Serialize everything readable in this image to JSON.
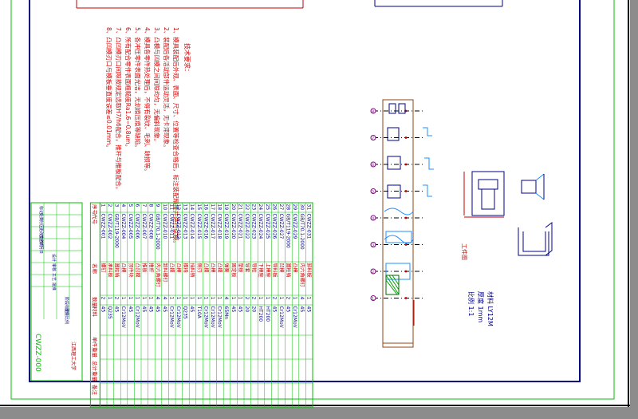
{
  "drawing": {
    "number": "CWZZ-000",
    "unit_name": "江西理工大学",
    "tech_requirements": {
      "title": "技术要求：",
      "items": [
        "1、模具装配后外观、表面、尺寸、位置等检查合格后，标注装配精度并进行试模。",
        "2、装配后各活动部件运动灵活，无卡滞现象。",
        "3、凸模与凹模之间间隙均匀，无偏斜现象。",
        "4、模具各零件热处理后，不得有裂纹、毛刺、缺损等。",
        "5、各冲压零件表面光洁，无划痕压痕等缺陷。",
        "6、所有配合零件表面粗糙度Ra1.6~0.8um。",
        "7、凸凹模刃口间隙按规定选取H7/h6配合，推杆与推板配合。",
        "8、凸凹模刃口与模板垂直度误差≤0.01mm。"
      ]
    },
    "part_spec": {
      "label": "工件图",
      "material": "材料 LY12M",
      "thickness": "厚度 1mm",
      "scale": "比例 1:1"
    },
    "station_markers": [
      "8",
      "7",
      "6",
      "5",
      "4",
      "3",
      "2",
      "1"
    ]
  },
  "bom": {
    "headers": [
      "序号",
      "代号",
      "名称",
      "数量",
      "材料",
      "单件重量",
      "总计重量",
      "备注"
    ],
    "rows": [
      [
        "31",
        "CWZZ-031",
        "卸料板",
        "1",
        "45"
      ],
      [
        "30",
        "GB/T70.1-2000",
        "内六角螺钉",
        "4",
        "45"
      ],
      [
        "29",
        "CWZZ-029",
        "凸模",
        "1",
        "Cr12MoV"
      ],
      [
        "28",
        "GB/T119-2000",
        "圆柱销",
        "2",
        "45"
      ],
      [
        "27",
        "CWZZ-027",
        "凹模",
        "1",
        "Cr12MoV"
      ],
      [
        "26",
        "CWZZ-026",
        "导料板",
        "2",
        "45"
      ],
      [
        "25",
        "CWZZ-025",
        "上模座",
        "1",
        "HT200"
      ],
      [
        "24",
        "CWZZ-024",
        "下模座",
        "1",
        "HT200"
      ],
      [
        "23",
        "CWZZ-023",
        "导柱",
        "2",
        "20"
      ],
      [
        "22",
        "CWZZ-022",
        "导套",
        "2",
        "20"
      ],
      [
        "21",
        "CWZZ-021",
        "垫板",
        "1",
        "45"
      ],
      [
        "20",
        "CWZZ-020",
        "固定板",
        "1",
        "45"
      ],
      [
        "19",
        "CWZZ-019",
        "弹簧",
        "4",
        "65Mn"
      ],
      [
        "18",
        "CWZZ-018",
        "凸模",
        "1",
        "Cr12MoV"
      ],
      [
        "17",
        "CWZZ-017",
        "凸模",
        "1",
        "Cr12MoV"
      ],
      [
        "16",
        "CWZZ-016",
        "凸模",
        "1",
        "Cr12MoV"
      ],
      [
        "15",
        "CWZZ-015",
        "侧刃",
        "1",
        "T10A"
      ],
      [
        "14",
        "CWZZ-014",
        "挡料销",
        "1",
        "45"
      ],
      [
        "13",
        "CWZZ-013",
        "模柄",
        "1",
        "Q235"
      ],
      [
        "12",
        "CWZZ-012",
        "凸模",
        "1",
        "Cr12MoV"
      ],
      [
        "11",
        "CWZZ-011",
        "凸模",
        "1",
        "Cr12MoV"
      ],
      [
        "10",
        "CWZZ-010",
        "卸料螺钉",
        "4",
        "45"
      ],
      [
        "9",
        "GB/T70.1-2000",
        "内六角螺钉",
        "4",
        "45"
      ],
      [
        "8",
        "CWZZ-008",
        "推杆",
        "1",
        "45"
      ],
      [
        "7",
        "CWZZ-007",
        "推板",
        "1",
        "45"
      ],
      [
        "6",
        "CWZZ-006",
        "凸凹模",
        "1",
        "Cr12MoV"
      ],
      [
        "5",
        "CWZZ-005",
        "顶件块",
        "1",
        "45"
      ],
      [
        "4",
        "CWZZ-004",
        "凸模",
        "1",
        "Cr12MoV"
      ],
      [
        "3",
        "GB/T119-2000",
        "圆柱销",
        "2",
        "45"
      ],
      [
        "2",
        "CWZZ-002",
        "承料板",
        "1",
        "Q235"
      ],
      [
        "1",
        "CWZZ-001",
        "螺钉",
        "2",
        "45"
      ]
    ]
  },
  "title_block": {
    "rows": [
      "标记",
      "处数",
      "分区",
      "更改文件号",
      "签名",
      "年月日"
    ],
    "roles": [
      "设计",
      "审核",
      "工艺",
      "批准"
    ],
    "stage": "阶段标记",
    "weight": "重量",
    "scale": "比例"
  }
}
